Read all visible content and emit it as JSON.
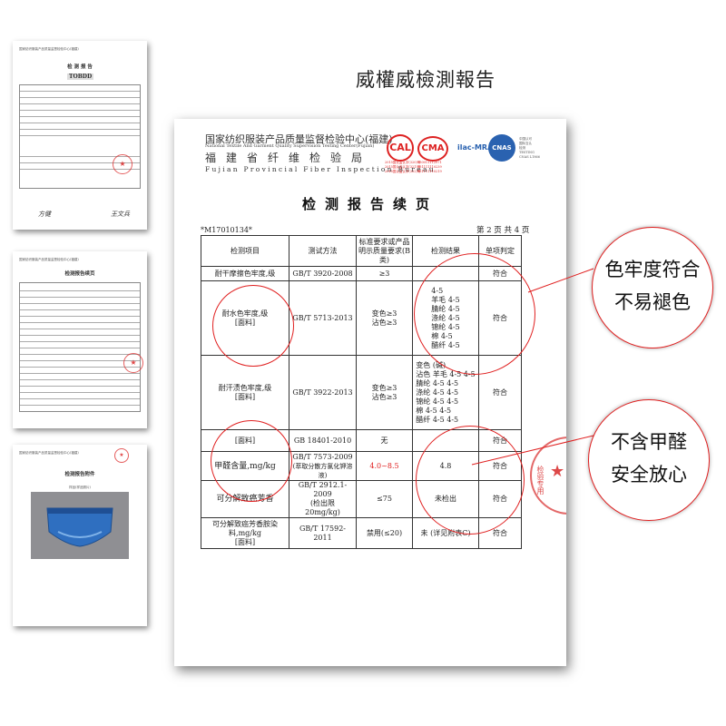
{
  "heading": "威權威檢測報告",
  "thumbnails": [
    {
      "header": "国家纺织服装产品质量监督检验中心(福建)",
      "title": "检 测 报 告",
      "brand": "TOBDD",
      "footer_left": "方健",
      "footer_right": "王文兵"
    },
    {
      "header": "国家纺织服装产品质量监督检验中心(福建)",
      "title": "检测报告续页"
    },
    {
      "header": "国家纺织服装产品质量监督检验中心(福建)",
      "title": "检测报告附件",
      "caption": "样品(样品照片)"
    }
  ],
  "report": {
    "org_cn": "国家纺织服装产品质量监督检验中心(福建)",
    "org_en": "National Textile And Garment Quality Supervision Testing Center(Fujian)",
    "bureau_cn": "福建省纤维检验局",
    "bureau_en": "Fujian Provincial Fiber Inspection Bureau",
    "logo_ca": "CAL",
    "logo_cma": "CMA",
    "logo_ilac": "ilac-MRA",
    "logo_cnas": "CNAS",
    "cert_lines": [
      "2015国认监认字(320)号",
      "2015国认监认字(321)号",
      "2015国认监认字(322)号"
    ],
    "cma_lines": [
      "150011112971",
      "151111110239",
      "151111110219"
    ],
    "cnas_lines": [
      "中国认可",
      "国际互认",
      "检测",
      "TESTING",
      "CNAS L1866"
    ],
    "title": "检测报告续页",
    "code": "*M17010134*",
    "page": "第 2 页 共 4 页",
    "headers": {
      "item": "检测项目",
      "method": "测试方法",
      "requirement": "标准要求或产品明示质量要求(B类)",
      "result": "检测结果",
      "judgement": "单项判定"
    },
    "rows": [
      {
        "item": "耐干摩擦色牢度,级",
        "method": "GB/T 3920-2008",
        "requirement": "≥3",
        "result": "",
        "judgement": "符合"
      },
      {
        "item": "耐水色牢度,级",
        "item_note": "[面料]",
        "method": "GB/T 5713-2013",
        "requirement": [
          "变色≥3",
          "沾色≥3"
        ],
        "result": [
          "4-5",
          "羊毛 4-5",
          "腈纶 4-5",
          "涤纶 4-5",
          "锦纶 4-5",
          "棉 4-5",
          "醋纤 4-5"
        ],
        "judgement": "符合"
      },
      {
        "item": "耐汗渍色牢度,级",
        "item_note": "[面料]",
        "method": "GB/T 3922-2013",
        "requirement": [
          "变色≥3",
          "沾色≥3"
        ],
        "result_head": "变色 (碱)",
        "result": [
          "沾色 羊毛 4-5 4-5",
          "腈纶 4-5 4-5",
          "涤纶 4-5 4-5",
          "锦纶 4-5 4-5",
          "棉 4-5 4-5",
          "醋纤 4-5 4-5"
        ],
        "judgement": "符合"
      },
      {
        "item": "[面料]",
        "method": "GB 18401-2010",
        "requirement": "无",
        "result": "",
        "judgement": "符合"
      },
      {
        "item": "甲醛含量,mg/kg",
        "method": "GB/T 7573-2009",
        "method_note": "(萃取分散方氯化钾溶液)",
        "requirement": "4.0~8.5",
        "result": "4.8",
        "judgement": "符合"
      },
      {
        "item": "可分解致癌芳香",
        "method": "GB/T 2912.1-2009",
        "method_note": [
          "(检出限",
          "20mg/kg)"
        ],
        "requirement": "≤75",
        "result": "未检出",
        "judgement": "符合"
      },
      {
        "item": "可分解致癌芳香胺染料,mg/kg",
        "item_note": "[面料]",
        "method": "GB/T 17592-2011",
        "requirement": "禁用(≤20)",
        "result": "未 (详见附表C)",
        "judgement": "符合"
      }
    ],
    "stamp_text": "检验专用",
    "stamp_symbol": "★"
  },
  "callouts": {
    "color": {
      "line1": "色牢度符合",
      "line2": "不易褪色"
    },
    "formaldehyde": {
      "line1": "不含甲醛",
      "line2": "安全放心"
    }
  },
  "colors": {
    "accent_red": "#e02020",
    "logo_blue": "#2a62b0"
  }
}
